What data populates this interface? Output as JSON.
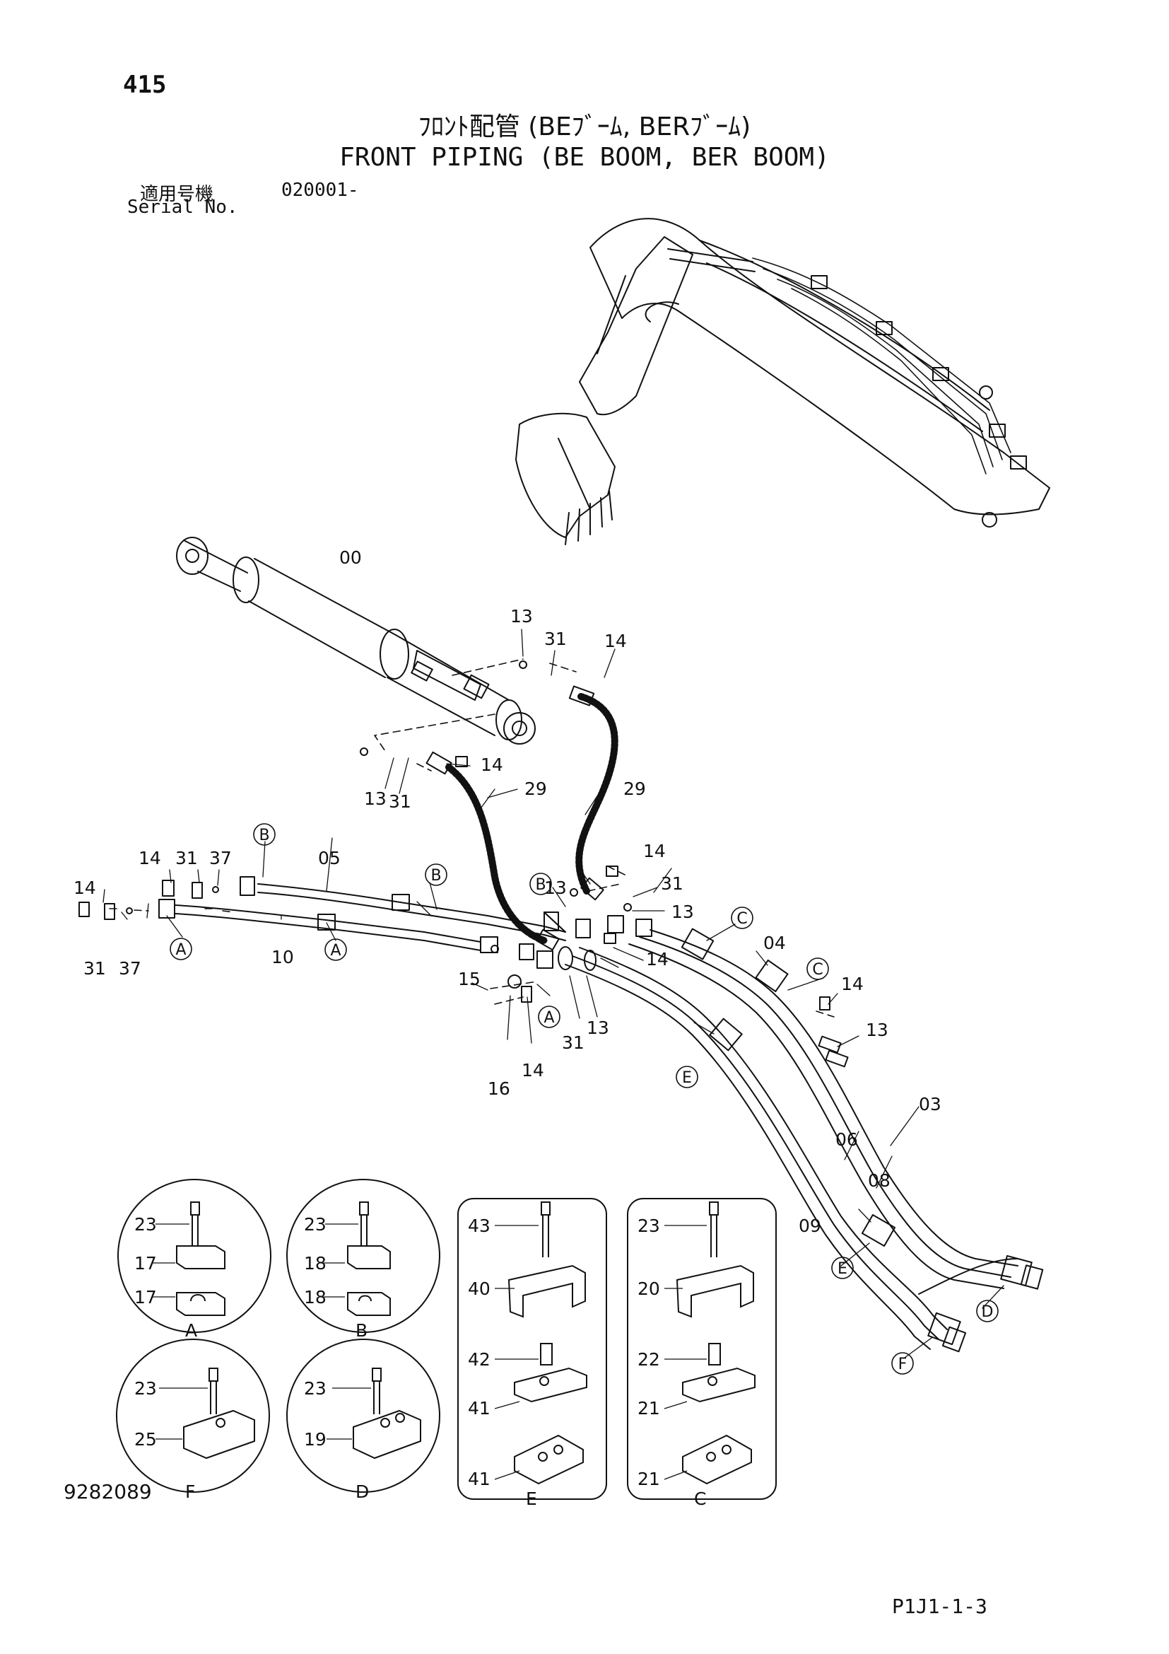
{
  "header": {
    "page_number": "415",
    "title_jp": "ﾌﾛﾝﾄ配管 (BEﾌﾞｰﾑ, BERﾌﾞｰﾑ)",
    "title_en": "FRONT PIPING (BE BOOM, BER BOOM)",
    "serial_label_jp": "適用号機",
    "serial_number": "020001-",
    "serial_label_en": "Serial No."
  },
  "footer": {
    "diagram_number": "9282089",
    "page_code": "P1J1-1-3"
  },
  "callouts": {
    "c00": "00",
    "c13a": "13",
    "c31a": "31",
    "c14a": "14",
    "c14b": "14",
    "c13b": "13",
    "c31b": "31",
    "c14c": "14",
    "c31c": "31",
    "c37a": "37",
    "cBa": "B",
    "c05": "05",
    "c29a": "29",
    "c29b": "29",
    "cBb": "B",
    "cBc": "B",
    "c14d": "14",
    "c31d": "31",
    "c13c": "13",
    "c13d": "13",
    "c14e": "14",
    "c31e": "31",
    "c37b": "37",
    "cAa": "A",
    "c10": "10",
    "cAb": "A",
    "cCa": "C",
    "c04": "04",
    "cCb": "C",
    "c14f": "14",
    "c13e": "13",
    "c15": "15",
    "c14g": "14",
    "c16": "16",
    "cAc": "A",
    "c31f": "31",
    "c13f": "13",
    "c14h": "14",
    "cEa": "E",
    "c03": "03",
    "c06": "06",
    "c08": "08",
    "c09": "09",
    "cEb": "E",
    "cD": "D",
    "cF": "F"
  },
  "details": {
    "A": {
      "bolt": "23",
      "top": "17",
      "bottom": "17",
      "label": "A"
    },
    "B": {
      "bolt": "23",
      "top": "18",
      "bottom": "18",
      "label": "B"
    },
    "E": {
      "bolt": "43",
      "cover": "40",
      "spacer": "42",
      "top": "41",
      "bottom": "41",
      "label": "E"
    },
    "C": {
      "bolt": "23",
      "cover": "20",
      "spacer": "22",
      "top": "21",
      "bottom": "21",
      "label": "C"
    },
    "F": {
      "bolt": "23",
      "block": "25",
      "label": "F"
    },
    "D": {
      "bolt": "23",
      "block": "19",
      "label": "D"
    }
  }
}
